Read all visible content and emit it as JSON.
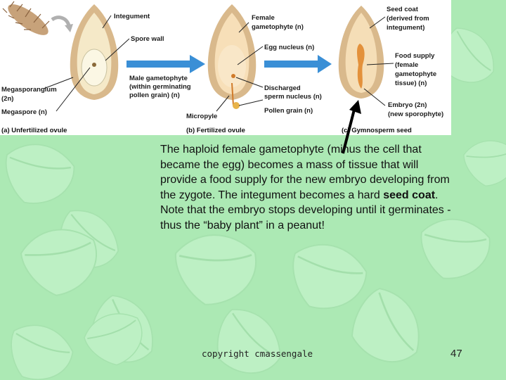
{
  "figure": {
    "labels": {
      "integument": "Integument",
      "spore_wall": "Spore wall",
      "megasporangium_1": "Megasporangium",
      "megasporangium_2": "(2n)",
      "megaspore": "Megaspore (n)",
      "female_gametophyte_1": "Female",
      "female_gametophyte_2": "gametophyte (n)",
      "egg_nucleus": "Egg nucleus (n)",
      "male_gametophyte_1": "Male gametophyte",
      "male_gametophyte_2": "(within germinating",
      "male_gametophyte_3": "pollen grain) (n)",
      "discharged_1": "Discharged",
      "discharged_2": "sperm nucleus (n)",
      "pollen_grain": "Pollen grain (n)",
      "micropyle": "Micropyle",
      "seed_coat_1": "Seed coat",
      "seed_coat_2": "(derived from",
      "seed_coat_3": "integument)",
      "food_supply_1": "Food supply",
      "food_supply_2": "(female",
      "food_supply_3": "gametophyte",
      "food_supply_4": "tissue) (n)",
      "embryo_1": "Embryo (2n)",
      "embryo_2": "(new sporophyte)"
    },
    "captions": {
      "a": "(a) Unfertilized ovule",
      "b": "(b) Fertilized ovule",
      "c": "(c) Gymnosperm seed"
    }
  },
  "body": {
    "line1": "The haploid female gametophyte (minus the cell that",
    "line2": "became the egg) becomes a mass of tissue that will",
    "line3": "provide a food supply for the new embryo developing from",
    "line4_pre": "the zygote.  The integument becomes a hard ",
    "line4_bold": "seed coat",
    "line4_post": ".",
    "line5": "Note that the embryo stops developing until it germinates -",
    "line6": "thus the “baby plant” in a peanut!"
  },
  "footer": {
    "copyright": "copyright cmassengale",
    "page_number": "47"
  },
  "colors": {
    "background": "#ace9b4",
    "leaf": "#b9efc1",
    "arrow_blue": "#3a8fd6",
    "ovule_tan": "#d9b98c"
  }
}
